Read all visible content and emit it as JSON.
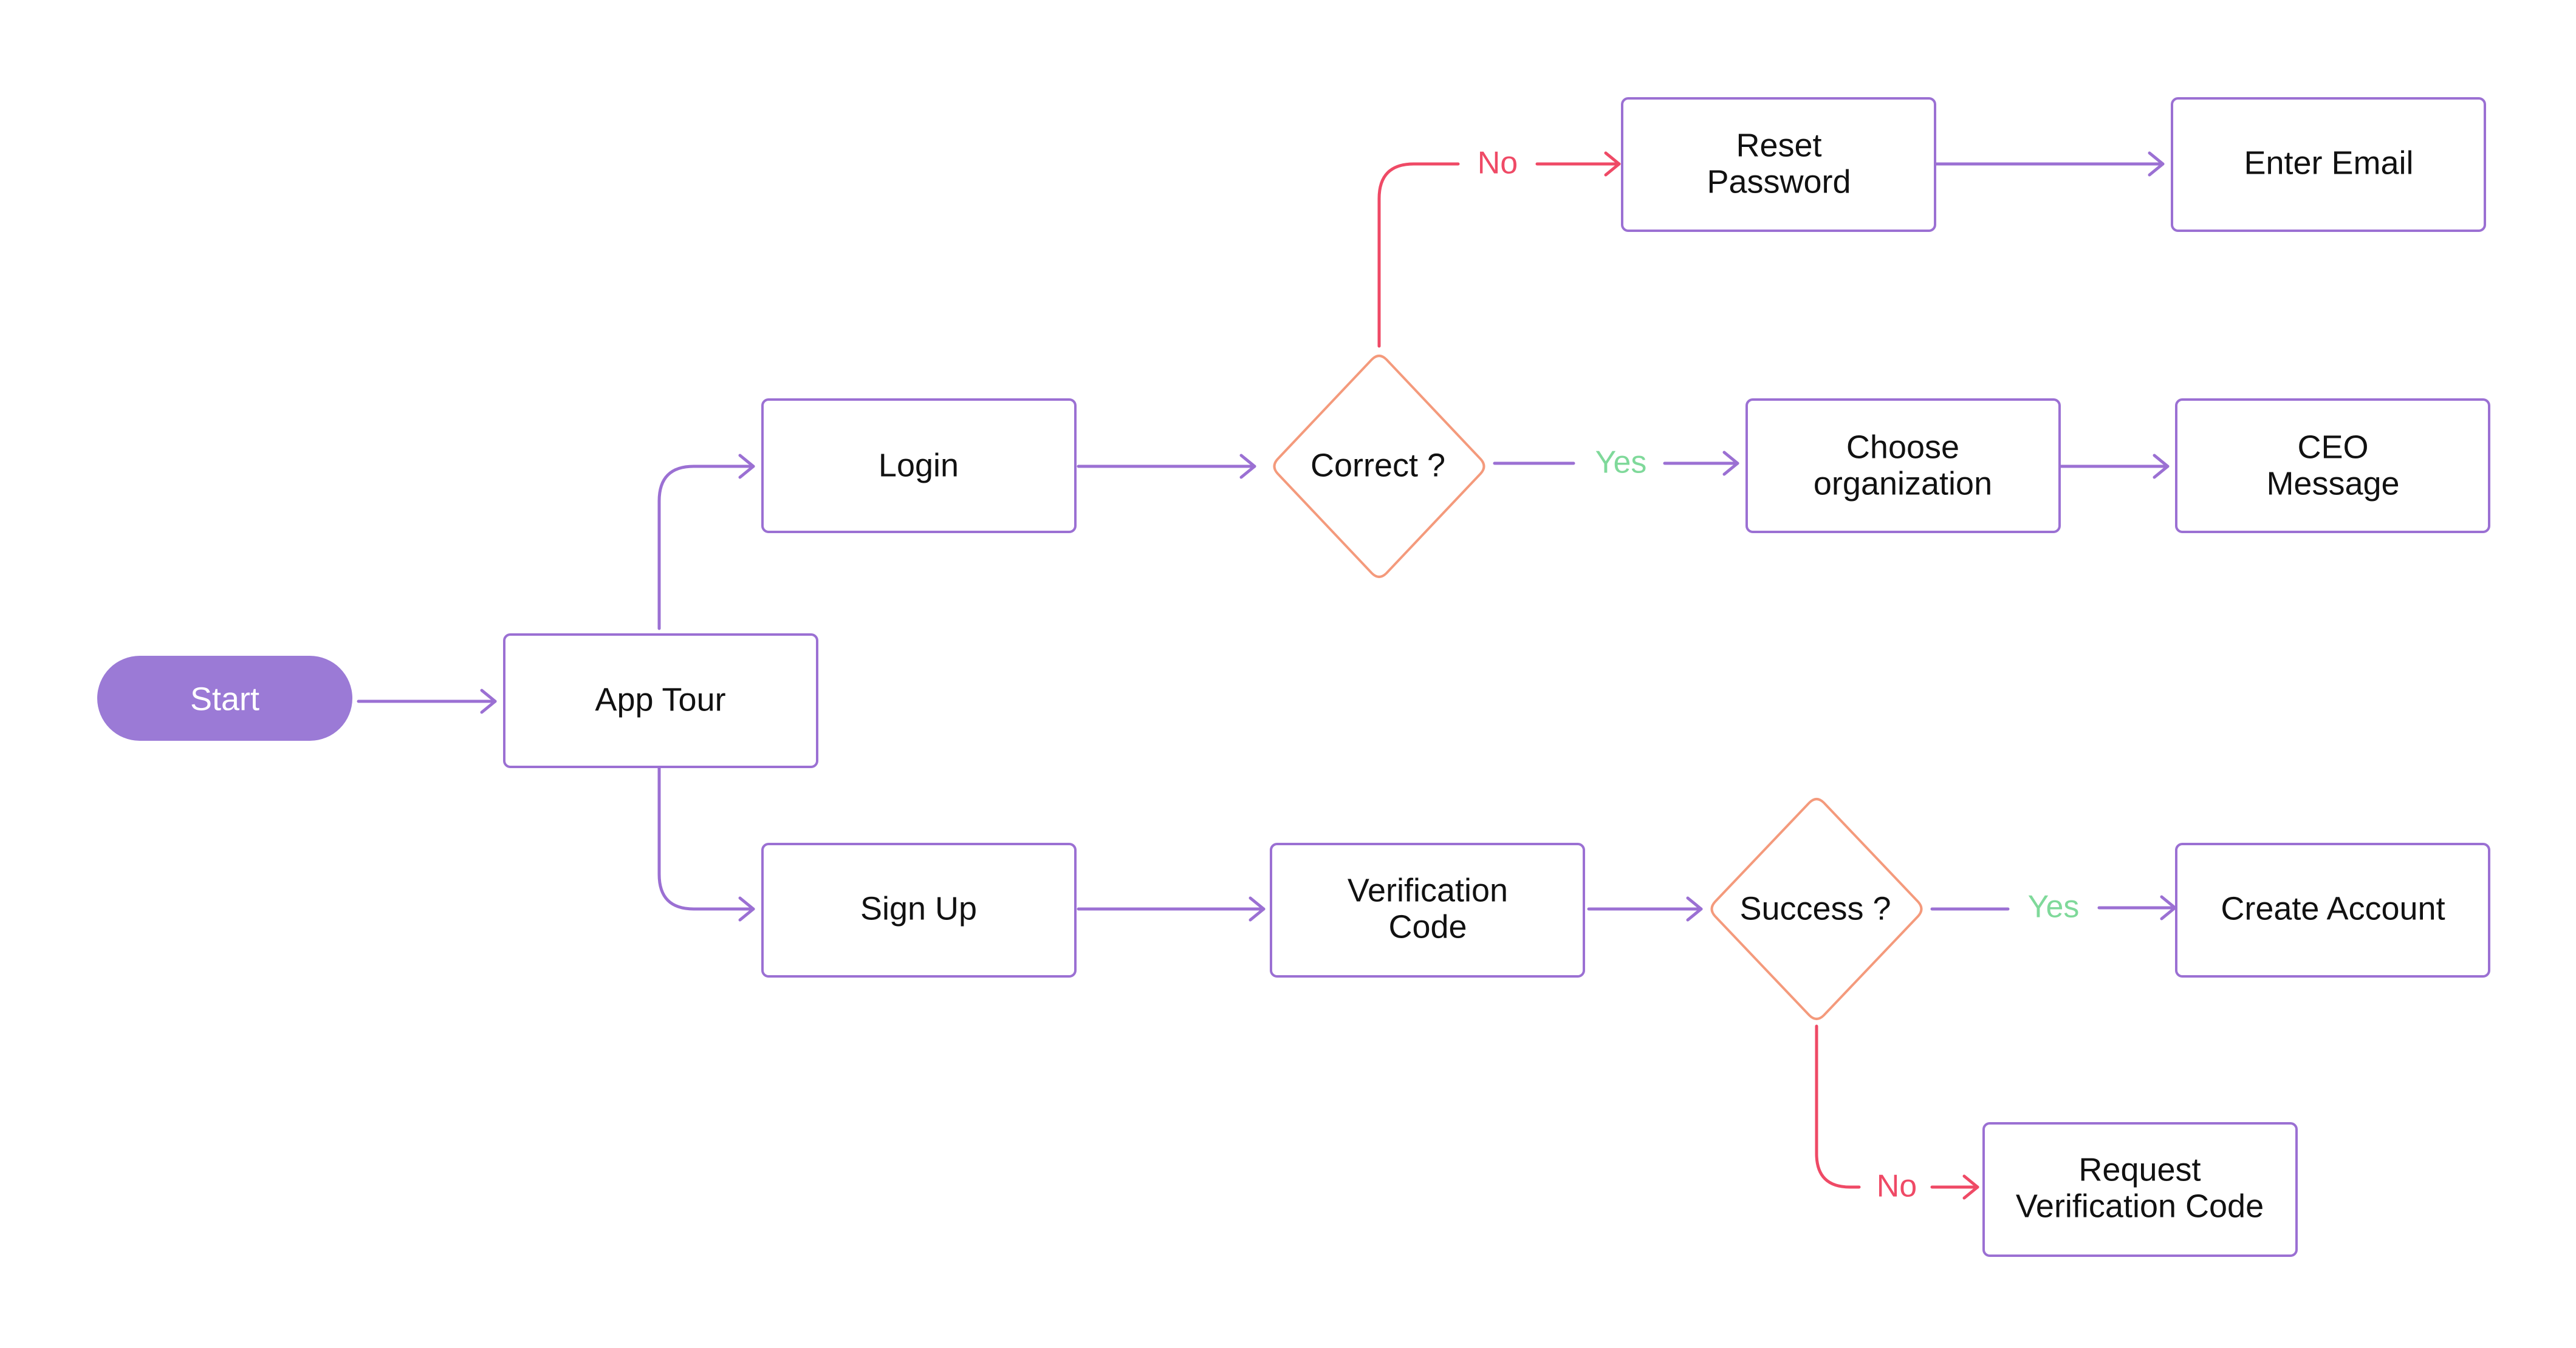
{
  "colors": {
    "process_border": "#9b70d3",
    "start_fill": "#9b7ad6",
    "decision_border": "#f49a7c",
    "connector": "#9b70d3",
    "no_branch": "#ef4a66",
    "yes_label": "#7fd99a",
    "text": "#111111"
  },
  "nodes": {
    "start": "Start",
    "app_tour": "App Tour",
    "login": "Login",
    "sign_up": "Sign Up",
    "correct": "Correct ?",
    "reset_password": [
      "Reset",
      "Password"
    ],
    "enter_email": "Enter Email",
    "choose_org": [
      "Choose",
      "organization"
    ],
    "ceo_message": [
      "CEO",
      "Message"
    ],
    "verification_code": [
      "Verification",
      "Code"
    ],
    "success": "Success ?",
    "create_account": "Create Account",
    "request_code": [
      "Request",
      "Verification Code"
    ]
  },
  "edges": {
    "correct_no": "No",
    "correct_yes": "Yes",
    "success_yes": "Yes",
    "success_no": "No"
  }
}
